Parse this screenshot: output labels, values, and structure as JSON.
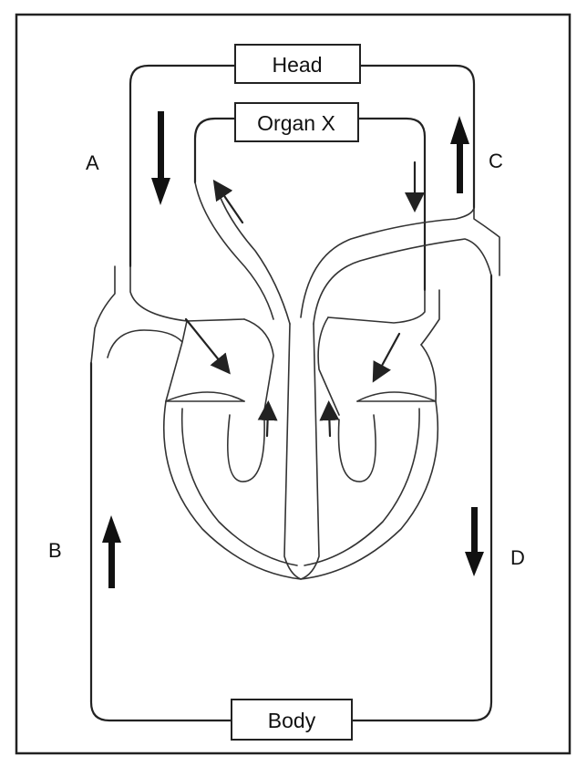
{
  "boxes": {
    "head": "Head",
    "organ": "Organ X",
    "body": "Body"
  },
  "labels": {
    "a": "A",
    "b": "B",
    "c": "C",
    "d": "D"
  }
}
